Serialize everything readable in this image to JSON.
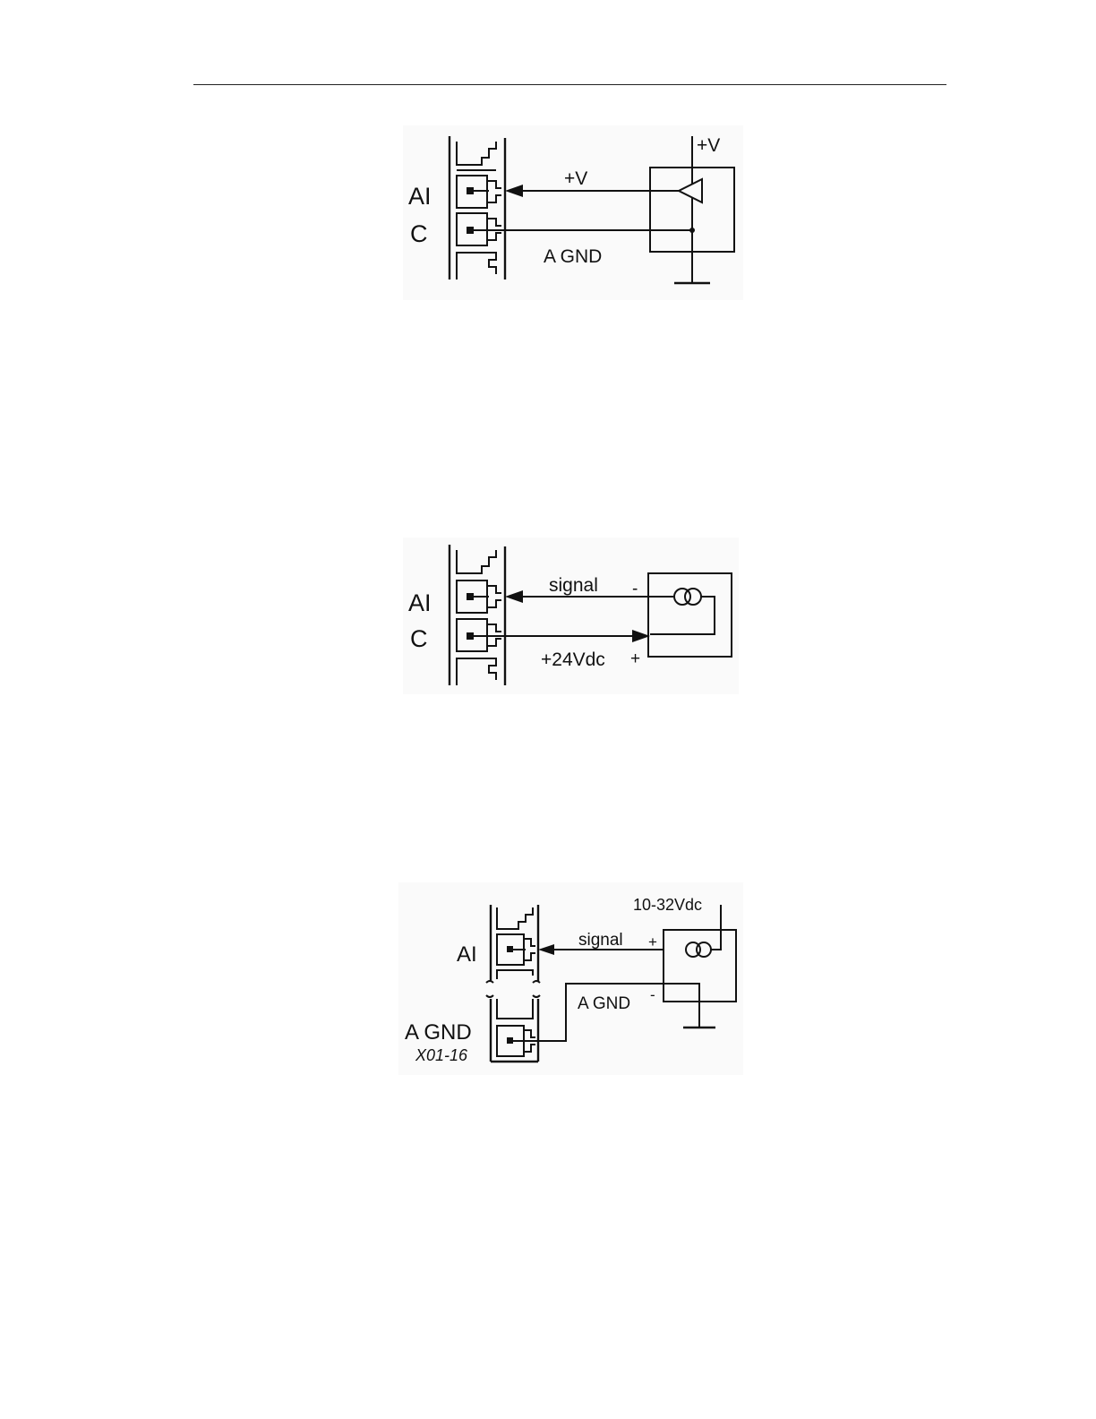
{
  "figures": {
    "voltage_source": {
      "terminal_label_1": "AI",
      "terminal_label_2": "C",
      "wire_label_top": "+V",
      "wire_label_bottom": "A GND",
      "supply_label": "+V"
    },
    "two_wire_current": {
      "terminal_label_1": "AI",
      "terminal_label_2": "C",
      "wire_label_top": "signal",
      "wire_label_bottom": "+24Vdc",
      "pin_minus": "-",
      "pin_plus": "+"
    },
    "external_supply": {
      "terminal_label_1": "AI",
      "terminal_label_2": "A GND",
      "terminal_ref": "X01-16",
      "supply_label": "10-32Vdc",
      "wire_label_top": "signal",
      "wire_label_bottom": "A GND",
      "pin_plus": "+",
      "pin_minus": "-"
    }
  }
}
